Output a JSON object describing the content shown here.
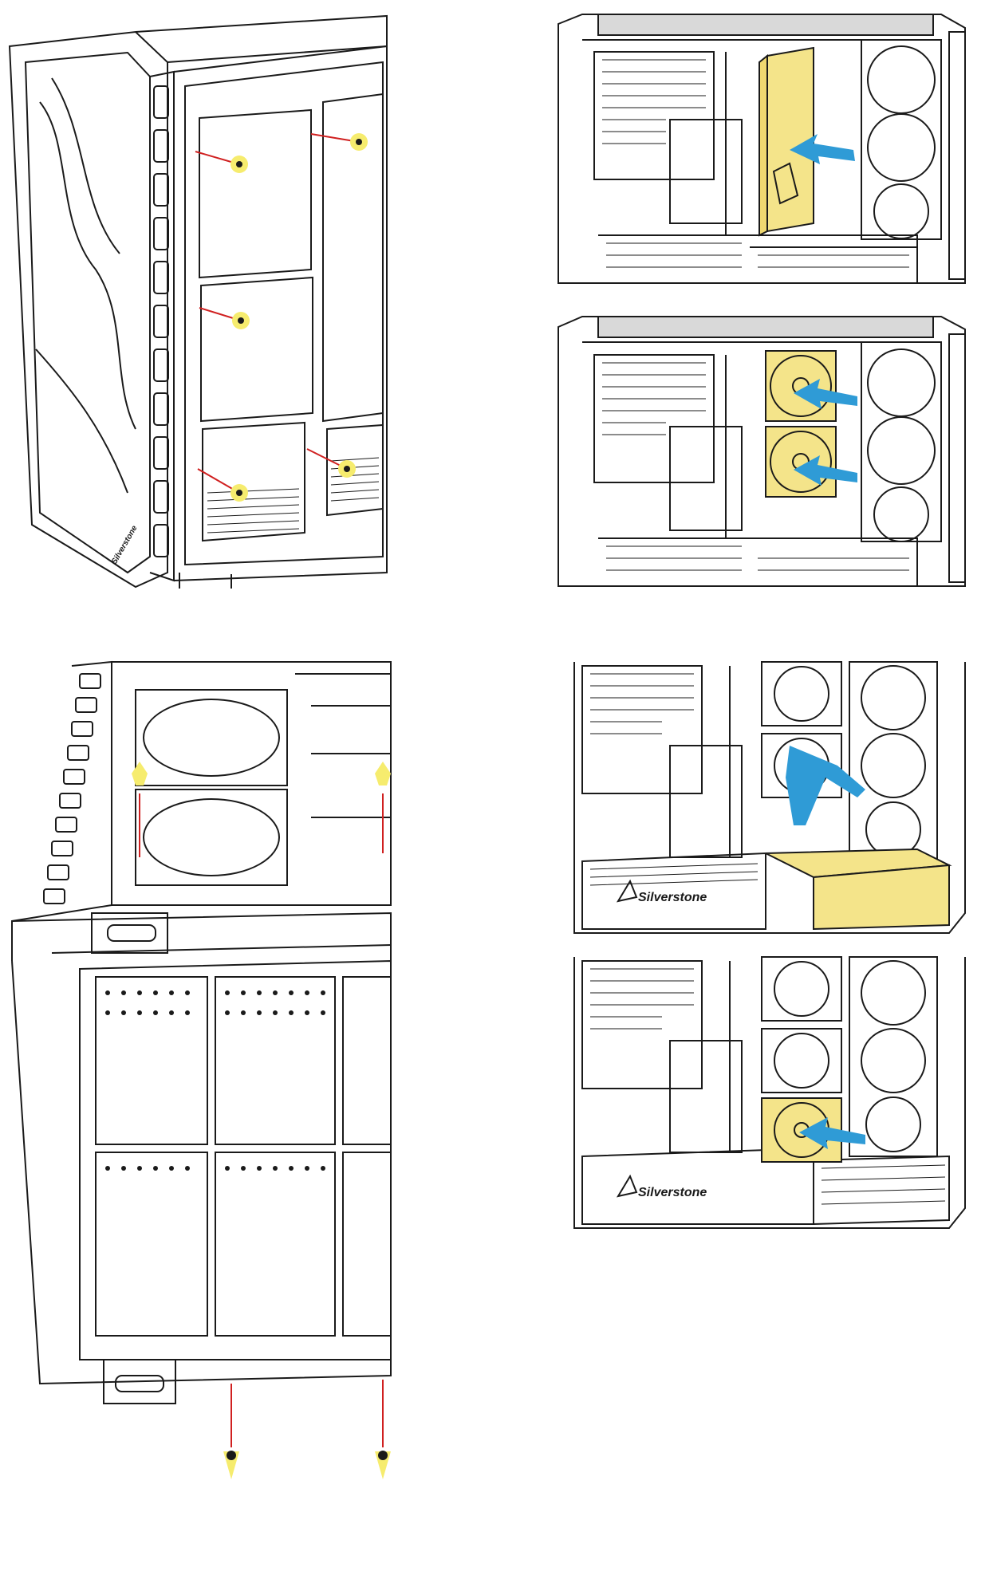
{
  "brand": {
    "name": "Silverstone",
    "logo_icon": "silverstone-logo-icon"
  },
  "colors": {
    "line": "#1a1a1a",
    "highlight": "#f4e48a",
    "arrow_blue": "#2f9bd6",
    "screw_glow": "#f6ec6e",
    "screw_line": "#d02020",
    "background": "#ffffff"
  },
  "panels": [
    {
      "id": "step-side-bracket-screws",
      "highlight": "screws",
      "arrows": "red-screw-lines"
    },
    {
      "id": "step-insert-vertical-bracket",
      "highlight": "bracket",
      "arrows": "blue-insert"
    },
    {
      "id": "step-install-two-fans",
      "highlight": "two-fans",
      "arrows": "blue-insert-double"
    },
    {
      "id": "step-top-bracket-screws",
      "highlight": "screws",
      "arrows": "red-screw-lines"
    },
    {
      "id": "step-install-bottom-bracket",
      "highlight": "bottom-plate",
      "arrows": "blue-bent"
    },
    {
      "id": "step-install-bottom-fan",
      "highlight": "one-fan",
      "arrows": "blue-insert"
    }
  ]
}
